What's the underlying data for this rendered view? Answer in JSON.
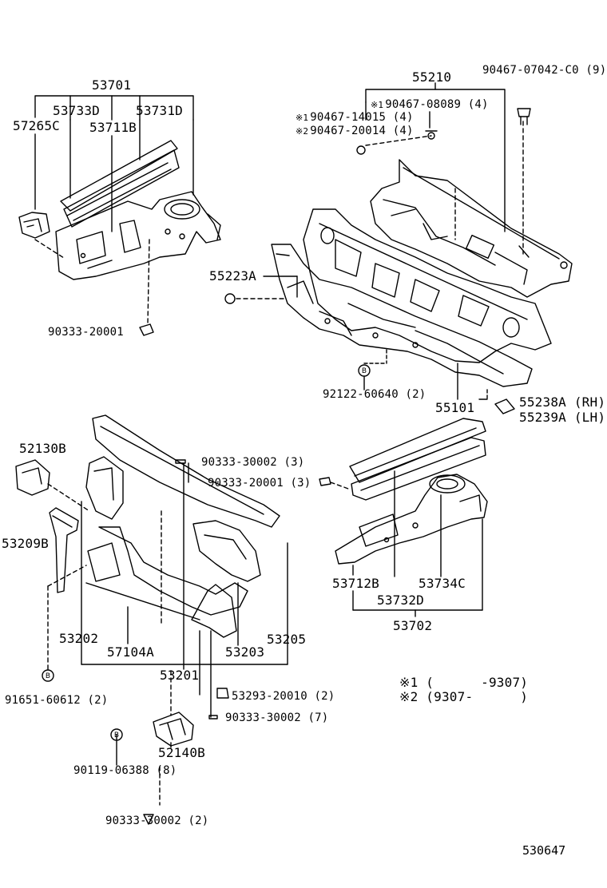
{
  "labels": {
    "p53701": "53701",
    "p53733D": "53733D",
    "p53731D": "53731D",
    "p57265C": "57265C",
    "p53711B": "53711B",
    "p90333_20001_top": "90333-20001",
    "p55210": "55210",
    "p90467_07042": "90467-07042-C0 (9)",
    "p90467_08089": "90467-08089 (4)",
    "p90467_14015": "90467-14015 (4)",
    "p90467_20014": "90467-20014 (4)",
    "p55223A": "55223A",
    "p92122_60640": "92122-60640 (2)",
    "p55101": "55101",
    "p55238A": "55238A (RH)",
    "p55239A": "55239A (LH)",
    "p52130B": "52130B",
    "p90333_30002_3": "90333-30002 (3)",
    "p90333_20001_3": "90333-20001 (3)",
    "p53209B": "53209B",
    "p53712B": "53712B",
    "p53734C": "53734C",
    "p53732D": "53732D",
    "p53702": "53702",
    "p53202": "53202",
    "p57104A": "57104A",
    "p53203": "53203",
    "p53205": "53205",
    "p53201": "53201",
    "p91651_60612": "91651-60612 (2)",
    "p53293_20010": "53293-20010 (2)",
    "p90333_30002_7": "90333-30002 (7)",
    "p52140B": "52140B",
    "p90119_06388": "90119-06388 (8)",
    "p90333_30002_2": "90333-30002 (2)"
  },
  "markers": {
    "star1": "※1",
    "star2": "※2",
    "circled_b": "B"
  },
  "legend": {
    "row1_mark": "※1",
    "row1_text": "(      -9307)",
    "row2_mark": "※2",
    "row2_text": "(9307-      )"
  },
  "footer": {
    "illustration_number": "530647"
  }
}
